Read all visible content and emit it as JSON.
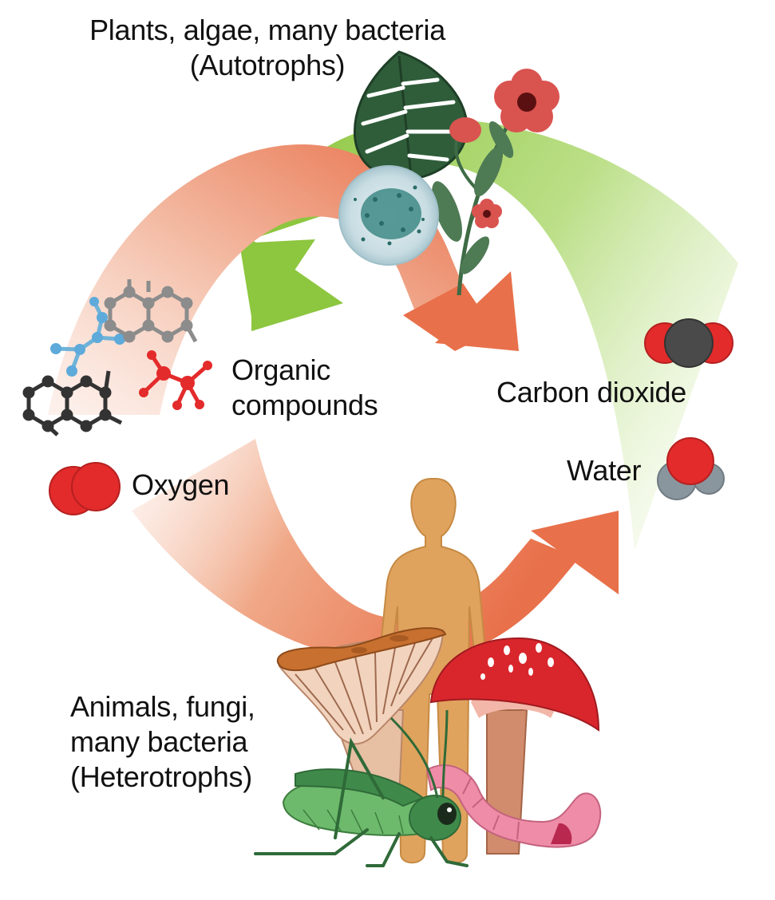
{
  "producers": {
    "line1": "Plants, algae, many bacteria",
    "line2": "(Autotrophs)",
    "leaf_icon": "monstera-leaf-icon",
    "cell_icon": "algae-cell-icon",
    "flower_icon": "red-flower-icon"
  },
  "consumers": {
    "line1": "Animals, fungi,",
    "line2": "many bacteria",
    "line3": "(Heterotrophs)",
    "human_icon": "human-silhouette-icon",
    "mushroom_icons": [
      "chanterelle-mushroom-icon",
      "red-toadstool-icon"
    ],
    "grasshopper_icon": "grasshopper-icon",
    "worm_icon": "earthworm-icon"
  },
  "compounds": {
    "organic": {
      "line1": "Organic",
      "line2": "compounds",
      "icon": "organic-molecules-icon"
    },
    "oxygen": {
      "label": "Oxygen",
      "icon": "oxygen-molecule-icon"
    },
    "carbon_dioxide": {
      "label": "Carbon dioxide",
      "icon": "carbon-dioxide-molecule-icon"
    },
    "water": {
      "label": "Water",
      "icon": "water-molecule-icon"
    }
  },
  "colors": {
    "orange_arrow": "#E8704A",
    "green_arrow": "#8DC63F",
    "atom_red": "#E32B2B",
    "atom_dark": "#4A4A4A",
    "atom_grey": "#8A969E",
    "skin": "#E0A35E"
  }
}
